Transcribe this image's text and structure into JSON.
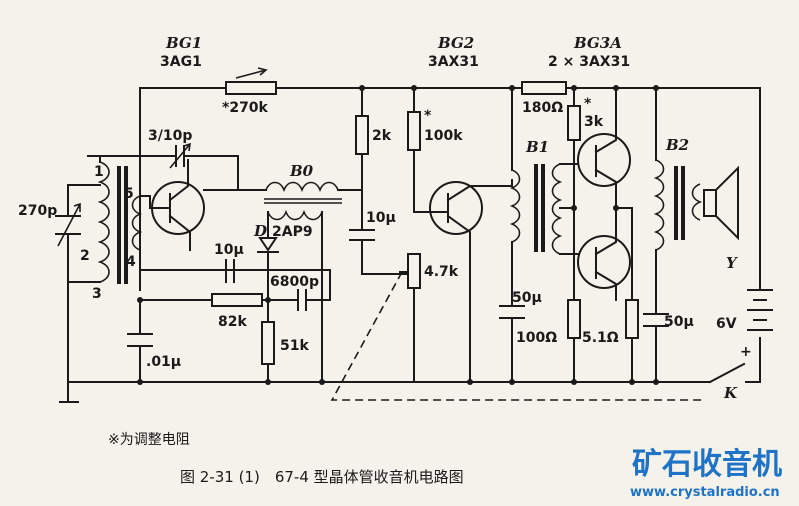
{
  "labels": {
    "bg1_name": "BG1",
    "bg1_type": "3AG1",
    "bg2_name": "BG2",
    "bg2_type": "3AX31",
    "bg3_name": "BG3A",
    "bg3_type": "2 × 3AX31",
    "r_bias1": "*270k",
    "c_trim": "3/10p",
    "c_tune": "270p",
    "coil_pin1": "1",
    "coil_pin2": "2",
    "coil_pin3": "3",
    "coil_pin4": "4",
    "coil_pin5": "5",
    "b0": "B0",
    "diode_d": "D",
    "diode_type": "2AP9",
    "c_10u_a": "10μ",
    "c_6800p": "6800p",
    "r_82k": "82k",
    "r_51k": "51k",
    "c_01u": ".01μ",
    "r_2k": "2k",
    "r_100k": "100k",
    "r_100k_star": "*",
    "c_10u_b": "10μ",
    "pot_47k": "4.7k",
    "r_180": "180Ω",
    "r_3k": "3k",
    "r_3k_star": "*",
    "b1": "B1",
    "b2": "B2",
    "c_50u_a": "50μ",
    "r_100ohm": "100Ω",
    "r_51ohm": "5.1Ω",
    "c_50u_b": "50μ",
    "battery": "6V",
    "speaker": "Y",
    "switch": "K",
    "plus": "+"
  },
  "note": "※为调整电阻",
  "caption": "图 2-31 (1)　67-4 型晶体管收音机电路图",
  "watermark": {
    "brand": "矿石收音机",
    "url": "www.crystalradio.cn"
  }
}
